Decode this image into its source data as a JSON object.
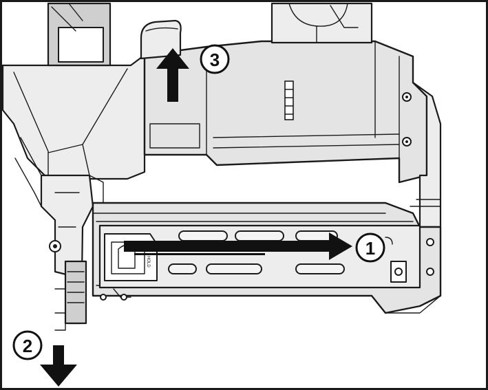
{
  "callouts": [
    {
      "number": "1"
    },
    {
      "number": "2"
    },
    {
      "number": "3"
    }
  ],
  "magazine_label": "HOLD",
  "colors": {
    "line": "#1a1a1a",
    "fill": "#e4e4e4",
    "arrow": "#111111",
    "background": "#ffffff"
  }
}
